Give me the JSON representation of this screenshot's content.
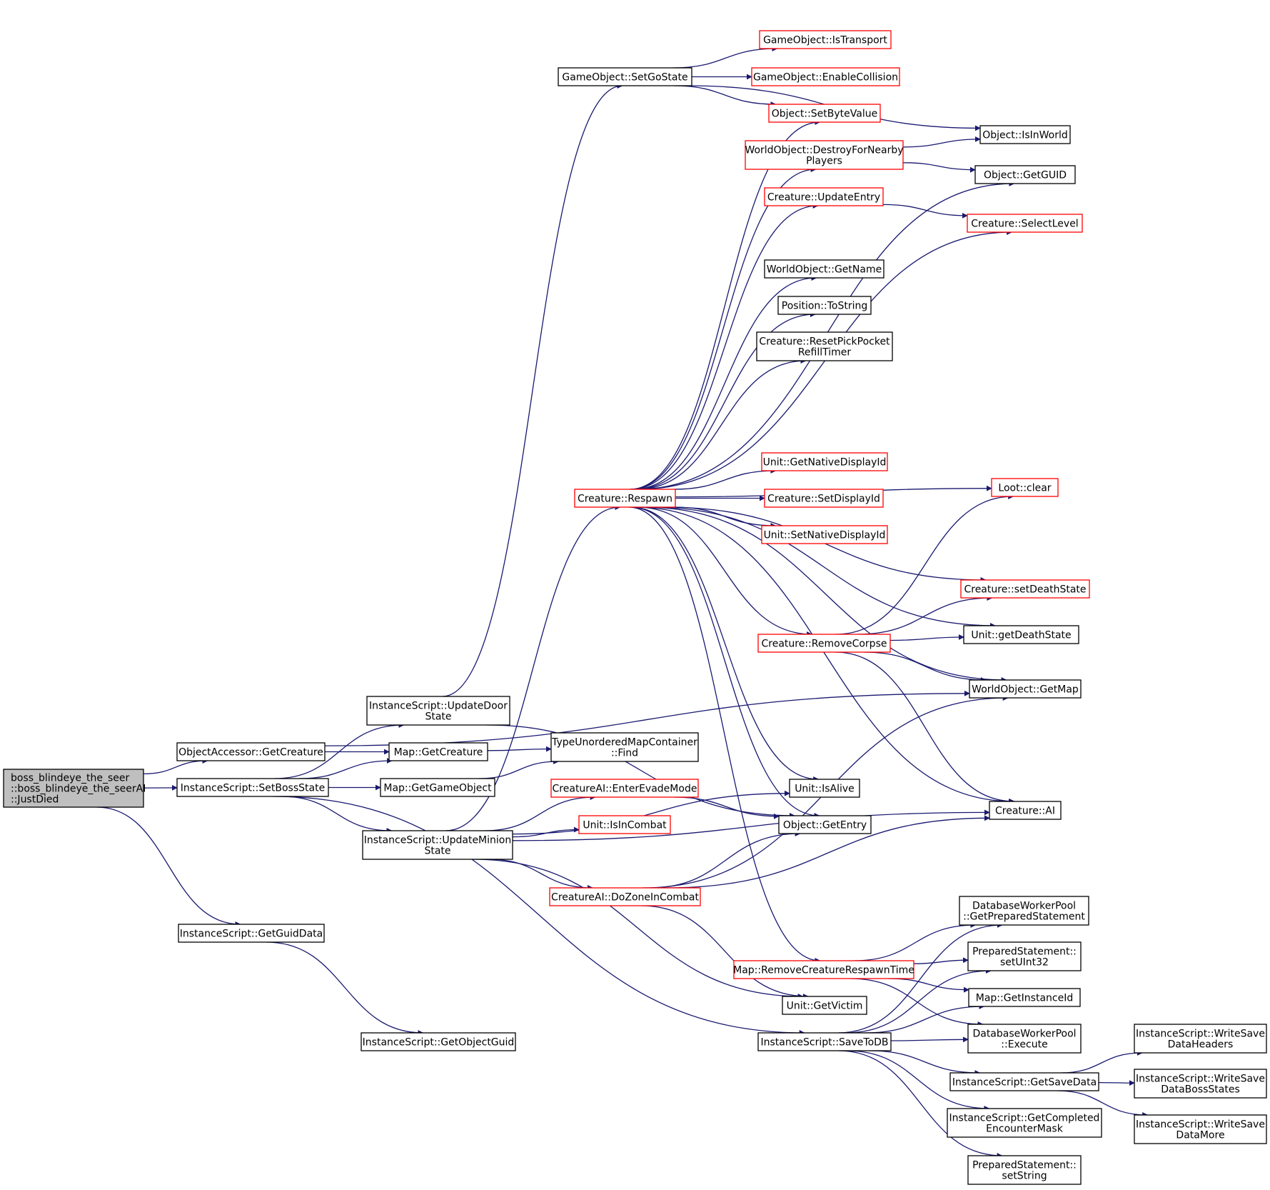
{
  "colors": {
    "edge": "#191970",
    "node_fill": "#ffffff",
    "node_border_default": "#000000",
    "node_border_red": "#ff0000",
    "root_fill": "#bfbfbf"
  },
  "nodes": [
    {
      "id": "root",
      "lines": [
        "boss_blindeye_the_seer",
        "::boss_blindeye_the_seerAI",
        "::JustDied"
      ],
      "style": "root",
      "align": "start"
    },
    {
      "id": "oa_getcreature",
      "lines": [
        "ObjectAccessor::GetCreature"
      ],
      "style": "default"
    },
    {
      "id": "is_setbossstate",
      "lines": [
        "InstanceScript::SetBossState"
      ],
      "style": "default"
    },
    {
      "id": "is_getguiddata",
      "lines": [
        "InstanceScript::GetGuidData"
      ],
      "style": "default"
    },
    {
      "id": "is_getobjectguid",
      "lines": [
        "InstanceScript::GetObjectGuid"
      ],
      "style": "default"
    },
    {
      "id": "is_updatedoorstate",
      "lines": [
        "InstanceScript::UpdateDoor",
        "State"
      ],
      "style": "default"
    },
    {
      "id": "map_getcreature",
      "lines": [
        "Map::GetCreature"
      ],
      "style": "default"
    },
    {
      "id": "map_getgameobject",
      "lines": [
        "Map::GetGameObject"
      ],
      "style": "default"
    },
    {
      "id": "is_updateminionstate",
      "lines": [
        "InstanceScript::UpdateMinion",
        "State"
      ],
      "style": "default"
    },
    {
      "id": "tumc_find",
      "lines": [
        "TypeUnorderedMapContainer",
        "::Find"
      ],
      "style": "default"
    },
    {
      "id": "go_setgostate",
      "lines": [
        "GameObject::SetGoState"
      ],
      "style": "default"
    },
    {
      "id": "go_istransport",
      "lines": [
        "GameObject::IsTransport"
      ],
      "style": "red"
    },
    {
      "id": "go_enablecollision",
      "lines": [
        "GameObject::EnableCollision"
      ],
      "style": "red"
    },
    {
      "id": "obj_setbytevalue",
      "lines": [
        "Object::SetByteValue"
      ],
      "style": "red"
    },
    {
      "id": "wo_destroyfornearby",
      "lines": [
        "WorldObject::DestroyForNearby",
        "Players"
      ],
      "style": "red"
    },
    {
      "id": "cr_updateentry",
      "lines": [
        "Creature::UpdateEntry"
      ],
      "style": "red"
    },
    {
      "id": "wo_getname",
      "lines": [
        "WorldObject::GetName"
      ],
      "style": "default"
    },
    {
      "id": "pos_tostring",
      "lines": [
        "Position::ToString"
      ],
      "style": "default"
    },
    {
      "id": "cr_resetpickpocket",
      "lines": [
        "Creature::ResetPickPocket",
        "RefillTimer"
      ],
      "style": "default"
    },
    {
      "id": "unit_getnativedisplayid",
      "lines": [
        "Unit::GetNativeDisplayId"
      ],
      "style": "red"
    },
    {
      "id": "cr_setdisplayid",
      "lines": [
        "Creature::SetDisplayId"
      ],
      "style": "red"
    },
    {
      "id": "unit_setnativedisplayid",
      "lines": [
        "Unit::SetNativeDisplayId"
      ],
      "style": "red"
    },
    {
      "id": "cr_respawn",
      "lines": [
        "Creature::Respawn"
      ],
      "style": "red"
    },
    {
      "id": "cr_removecorpse",
      "lines": [
        "Creature::RemoveCorpse"
      ],
      "style": "red"
    },
    {
      "id": "cai_enterevademode",
      "lines": [
        "CreatureAI::EnterEvadeMode"
      ],
      "style": "red"
    },
    {
      "id": "unit_isincombat",
      "lines": [
        "Unit::IsInCombat"
      ],
      "style": "red"
    },
    {
      "id": "cai_dozoneincombat",
      "lines": [
        "CreatureAI::DoZoneInCombat"
      ],
      "style": "red"
    },
    {
      "id": "unit_isalive",
      "lines": [
        "Unit::IsAlive"
      ],
      "style": "default"
    },
    {
      "id": "obj_getentry",
      "lines": [
        "Object::GetEntry"
      ],
      "style": "default"
    },
    {
      "id": "map_removecreaturerespawntime",
      "lines": [
        "Map::RemoveCreatureRespawnTime"
      ],
      "style": "red"
    },
    {
      "id": "unit_getvictim",
      "lines": [
        "Unit::GetVictim"
      ],
      "style": "default"
    },
    {
      "id": "is_savetodb",
      "lines": [
        "InstanceScript::SaveToDB"
      ],
      "style": "default"
    },
    {
      "id": "obj_isinworld",
      "lines": [
        "Object::IsInWorld"
      ],
      "style": "default"
    },
    {
      "id": "obj_getguid",
      "lines": [
        "Object::GetGUID"
      ],
      "style": "default"
    },
    {
      "id": "cr_selectlevel",
      "lines": [
        "Creature::SelectLevel"
      ],
      "style": "red"
    },
    {
      "id": "loot_clear",
      "lines": [
        "Loot::clear"
      ],
      "style": "red"
    },
    {
      "id": "cr_setdeathstate",
      "lines": [
        "Creature::setDeathState"
      ],
      "style": "red"
    },
    {
      "id": "unit_getdeathstate",
      "lines": [
        "Unit::getDeathState"
      ],
      "style": "default"
    },
    {
      "id": "wo_getmap",
      "lines": [
        "WorldObject::GetMap"
      ],
      "style": "default"
    },
    {
      "id": "cr_ai",
      "lines": [
        "Creature::AI"
      ],
      "style": "default"
    },
    {
      "id": "dwp_getpreparedstatement",
      "lines": [
        "DatabaseWorkerPool",
        "::GetPreparedStatement"
      ],
      "style": "default"
    },
    {
      "id": "ps_setuint32",
      "lines": [
        "PreparedStatement::",
        "setUInt32"
      ],
      "style": "default"
    },
    {
      "id": "map_getinstanceid",
      "lines": [
        "Map::GetInstanceId"
      ],
      "style": "default"
    },
    {
      "id": "dwp_execute",
      "lines": [
        "DatabaseWorkerPool",
        "::Execute"
      ],
      "style": "default"
    },
    {
      "id": "is_getsavedata",
      "lines": [
        "InstanceScript::GetSaveData"
      ],
      "style": "default"
    },
    {
      "id": "is_getcompletedencountermask",
      "lines": [
        "InstanceScript::GetCompleted",
        "EncounterMask"
      ],
      "style": "default"
    },
    {
      "id": "ps_setstring",
      "lines": [
        "PreparedStatement::",
        "setString"
      ],
      "style": "default"
    },
    {
      "id": "is_writesavedataheaders",
      "lines": [
        "InstanceScript::WriteSave",
        "DataHeaders"
      ],
      "style": "default"
    },
    {
      "id": "is_writesavedatabossstates",
      "lines": [
        "InstanceScript::WriteSave",
        "DataBossStates"
      ],
      "style": "default"
    },
    {
      "id": "is_writesavedatamore",
      "lines": [
        "InstanceScript::WriteSave",
        "DataMore"
      ],
      "style": "default"
    }
  ],
  "edges": [
    [
      "root",
      "oa_getcreature"
    ],
    [
      "root",
      "is_setbossstate"
    ],
    [
      "root",
      "is_getguiddata"
    ],
    [
      "oa_getcreature",
      "map_getcreature"
    ],
    [
      "oa_getcreature",
      "wo_getmap"
    ],
    [
      "is_setbossstate",
      "is_updatedoorstate"
    ],
    [
      "is_setbossstate",
      "map_getcreature"
    ],
    [
      "is_setbossstate",
      "map_getgameobject"
    ],
    [
      "is_setbossstate",
      "is_updateminionstate"
    ],
    [
      "is_setbossstate",
      "is_savetodb"
    ],
    [
      "is_getguiddata",
      "is_getobjectguid"
    ],
    [
      "is_updatedoorstate",
      "go_setgostate"
    ],
    [
      "is_updatedoorstate",
      "obj_getentry"
    ],
    [
      "map_getcreature",
      "tumc_find"
    ],
    [
      "map_getgameobject",
      "tumc_find"
    ],
    [
      "is_updateminionstate",
      "cr_respawn"
    ],
    [
      "is_updateminionstate",
      "cai_enterevademode"
    ],
    [
      "is_updateminionstate",
      "unit_isincombat"
    ],
    [
      "is_updateminionstate",
      "cai_dozoneincombat"
    ],
    [
      "is_updateminionstate",
      "unit_isalive"
    ],
    [
      "is_updateminionstate",
      "unit_getvictim"
    ],
    [
      "is_updateminionstate",
      "cr_ai"
    ],
    [
      "go_setgostate",
      "go_istransport"
    ],
    [
      "go_setgostate",
      "go_enablecollision"
    ],
    [
      "go_setgostate",
      "obj_setbytevalue"
    ],
    [
      "go_setgostate",
      "obj_isinworld"
    ],
    [
      "cr_respawn",
      "obj_setbytevalue"
    ],
    [
      "cr_respawn",
      "wo_destroyfornearby"
    ],
    [
      "cr_respawn",
      "cr_updateentry"
    ],
    [
      "cr_respawn",
      "cr_selectlevel"
    ],
    [
      "cr_respawn",
      "wo_getname"
    ],
    [
      "cr_respawn",
      "pos_tostring"
    ],
    [
      "cr_respawn",
      "cr_resetpickpocket"
    ],
    [
      "cr_respawn",
      "obj_getguid"
    ],
    [
      "cr_respawn",
      "loot_clear"
    ],
    [
      "cr_respawn",
      "unit_getnativedisplayid"
    ],
    [
      "cr_respawn",
      "cr_setdisplayid"
    ],
    [
      "cr_respawn",
      "unit_setnativedisplayid"
    ],
    [
      "cr_respawn",
      "cr_setdeathstate"
    ],
    [
      "cr_respawn",
      "unit_getdeathstate"
    ],
    [
      "cr_respawn",
      "cr_removecorpse"
    ],
    [
      "cr_respawn",
      "wo_getmap"
    ],
    [
      "cr_respawn",
      "cr_ai"
    ],
    [
      "cr_respawn",
      "unit_isalive"
    ],
    [
      "cr_respawn",
      "obj_getentry"
    ],
    [
      "cr_respawn",
      "map_removecreaturerespawntime"
    ],
    [
      "wo_destroyfornearby",
      "obj_isinworld"
    ],
    [
      "wo_destroyfornearby",
      "obj_getguid"
    ],
    [
      "cr_updateentry",
      "cr_selectlevel"
    ],
    [
      "cr_removecorpse",
      "loot_clear"
    ],
    [
      "cr_removecorpse",
      "cr_setdeathstate"
    ],
    [
      "cr_removecorpse",
      "unit_getdeathstate"
    ],
    [
      "cr_removecorpse",
      "wo_getmap"
    ],
    [
      "cr_removecorpse",
      "cr_ai"
    ],
    [
      "cai_enterevademode",
      "obj_getentry"
    ],
    [
      "cai_dozoneincombat",
      "obj_getentry"
    ],
    [
      "cai_dozoneincombat",
      "wo_getmap"
    ],
    [
      "cai_dozoneincombat",
      "cr_ai"
    ],
    [
      "cai_dozoneincombat",
      "unit_getvictim"
    ],
    [
      "map_removecreaturerespawntime",
      "dwp_getpreparedstatement"
    ],
    [
      "map_removecreaturerespawntime",
      "ps_setuint32"
    ],
    [
      "map_removecreaturerespawntime",
      "map_getinstanceid"
    ],
    [
      "map_removecreaturerespawntime",
      "dwp_execute"
    ],
    [
      "is_savetodb",
      "dwp_getpreparedstatement"
    ],
    [
      "is_savetodb",
      "ps_setuint32"
    ],
    [
      "is_savetodb",
      "map_getinstanceid"
    ],
    [
      "is_savetodb",
      "dwp_execute"
    ],
    [
      "is_savetodb",
      "is_getsavedata"
    ],
    [
      "is_savetodb",
      "is_getcompletedencountermask"
    ],
    [
      "is_savetodb",
      "ps_setstring"
    ],
    [
      "is_getsavedata",
      "is_writesavedataheaders"
    ],
    [
      "is_getsavedata",
      "is_writesavedatabossstates"
    ],
    [
      "is_getsavedata",
      "is_writesavedatamore"
    ]
  ]
}
